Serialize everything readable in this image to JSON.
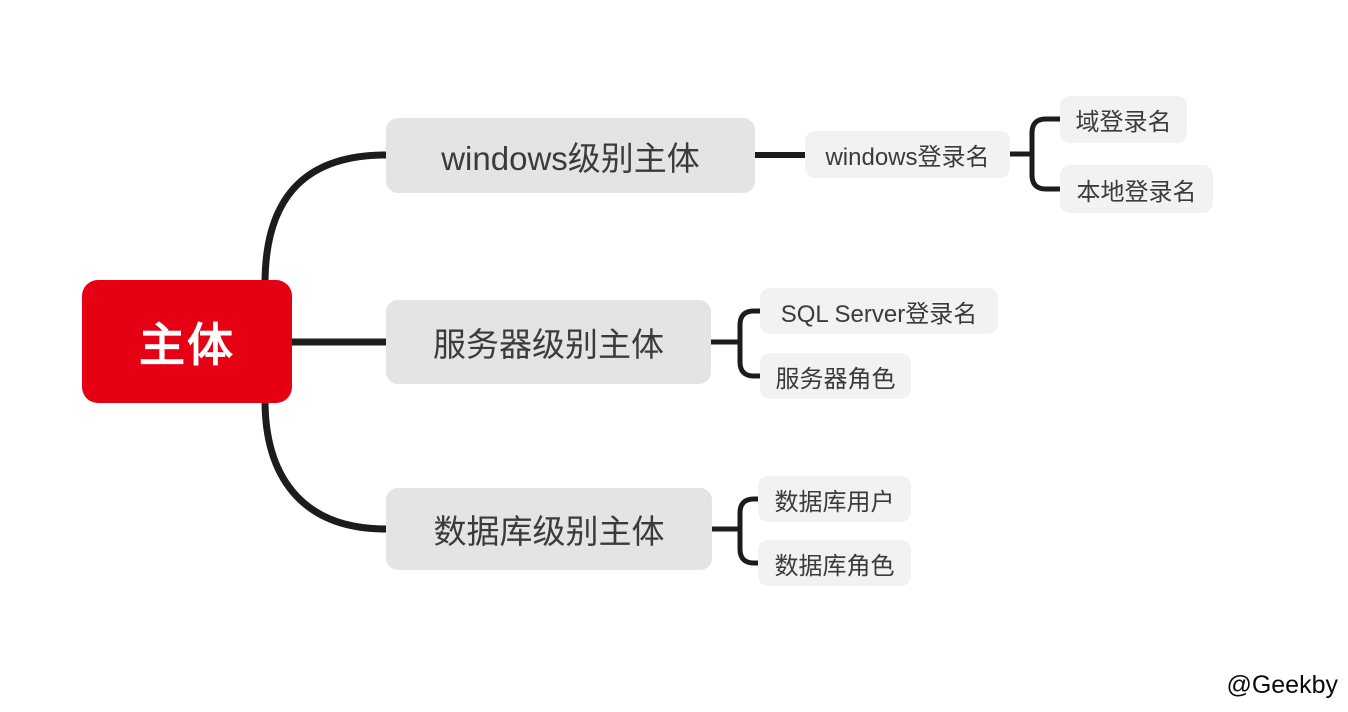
{
  "canvas": {
    "background": "#ffffff",
    "watermark": "@Geekby"
  },
  "colors": {
    "root_bg": "#e60014",
    "root_text": "#ffffff",
    "level1_bg": "#e4e4e4",
    "level2_bg": "#f2f2f2",
    "node_text": "#3b3b3b",
    "connector_line": "#1c1c1c"
  },
  "mindmap": {
    "root": {
      "label": "主体"
    },
    "branches": [
      {
        "label": "windows级别主体",
        "children": [
          {
            "label": "windows登录名",
            "children": [
              {
                "label": "域登录名"
              },
              {
                "label": "本地登录名"
              }
            ]
          }
        ]
      },
      {
        "label": "服务器级别主体",
        "children": [
          {
            "label": "SQL Server登录名"
          },
          {
            "label": "服务器角色"
          }
        ]
      },
      {
        "label": "数据库级别主体",
        "children": [
          {
            "label": "数据库用户"
          },
          {
            "label": "数据库角色"
          }
        ]
      }
    ]
  }
}
